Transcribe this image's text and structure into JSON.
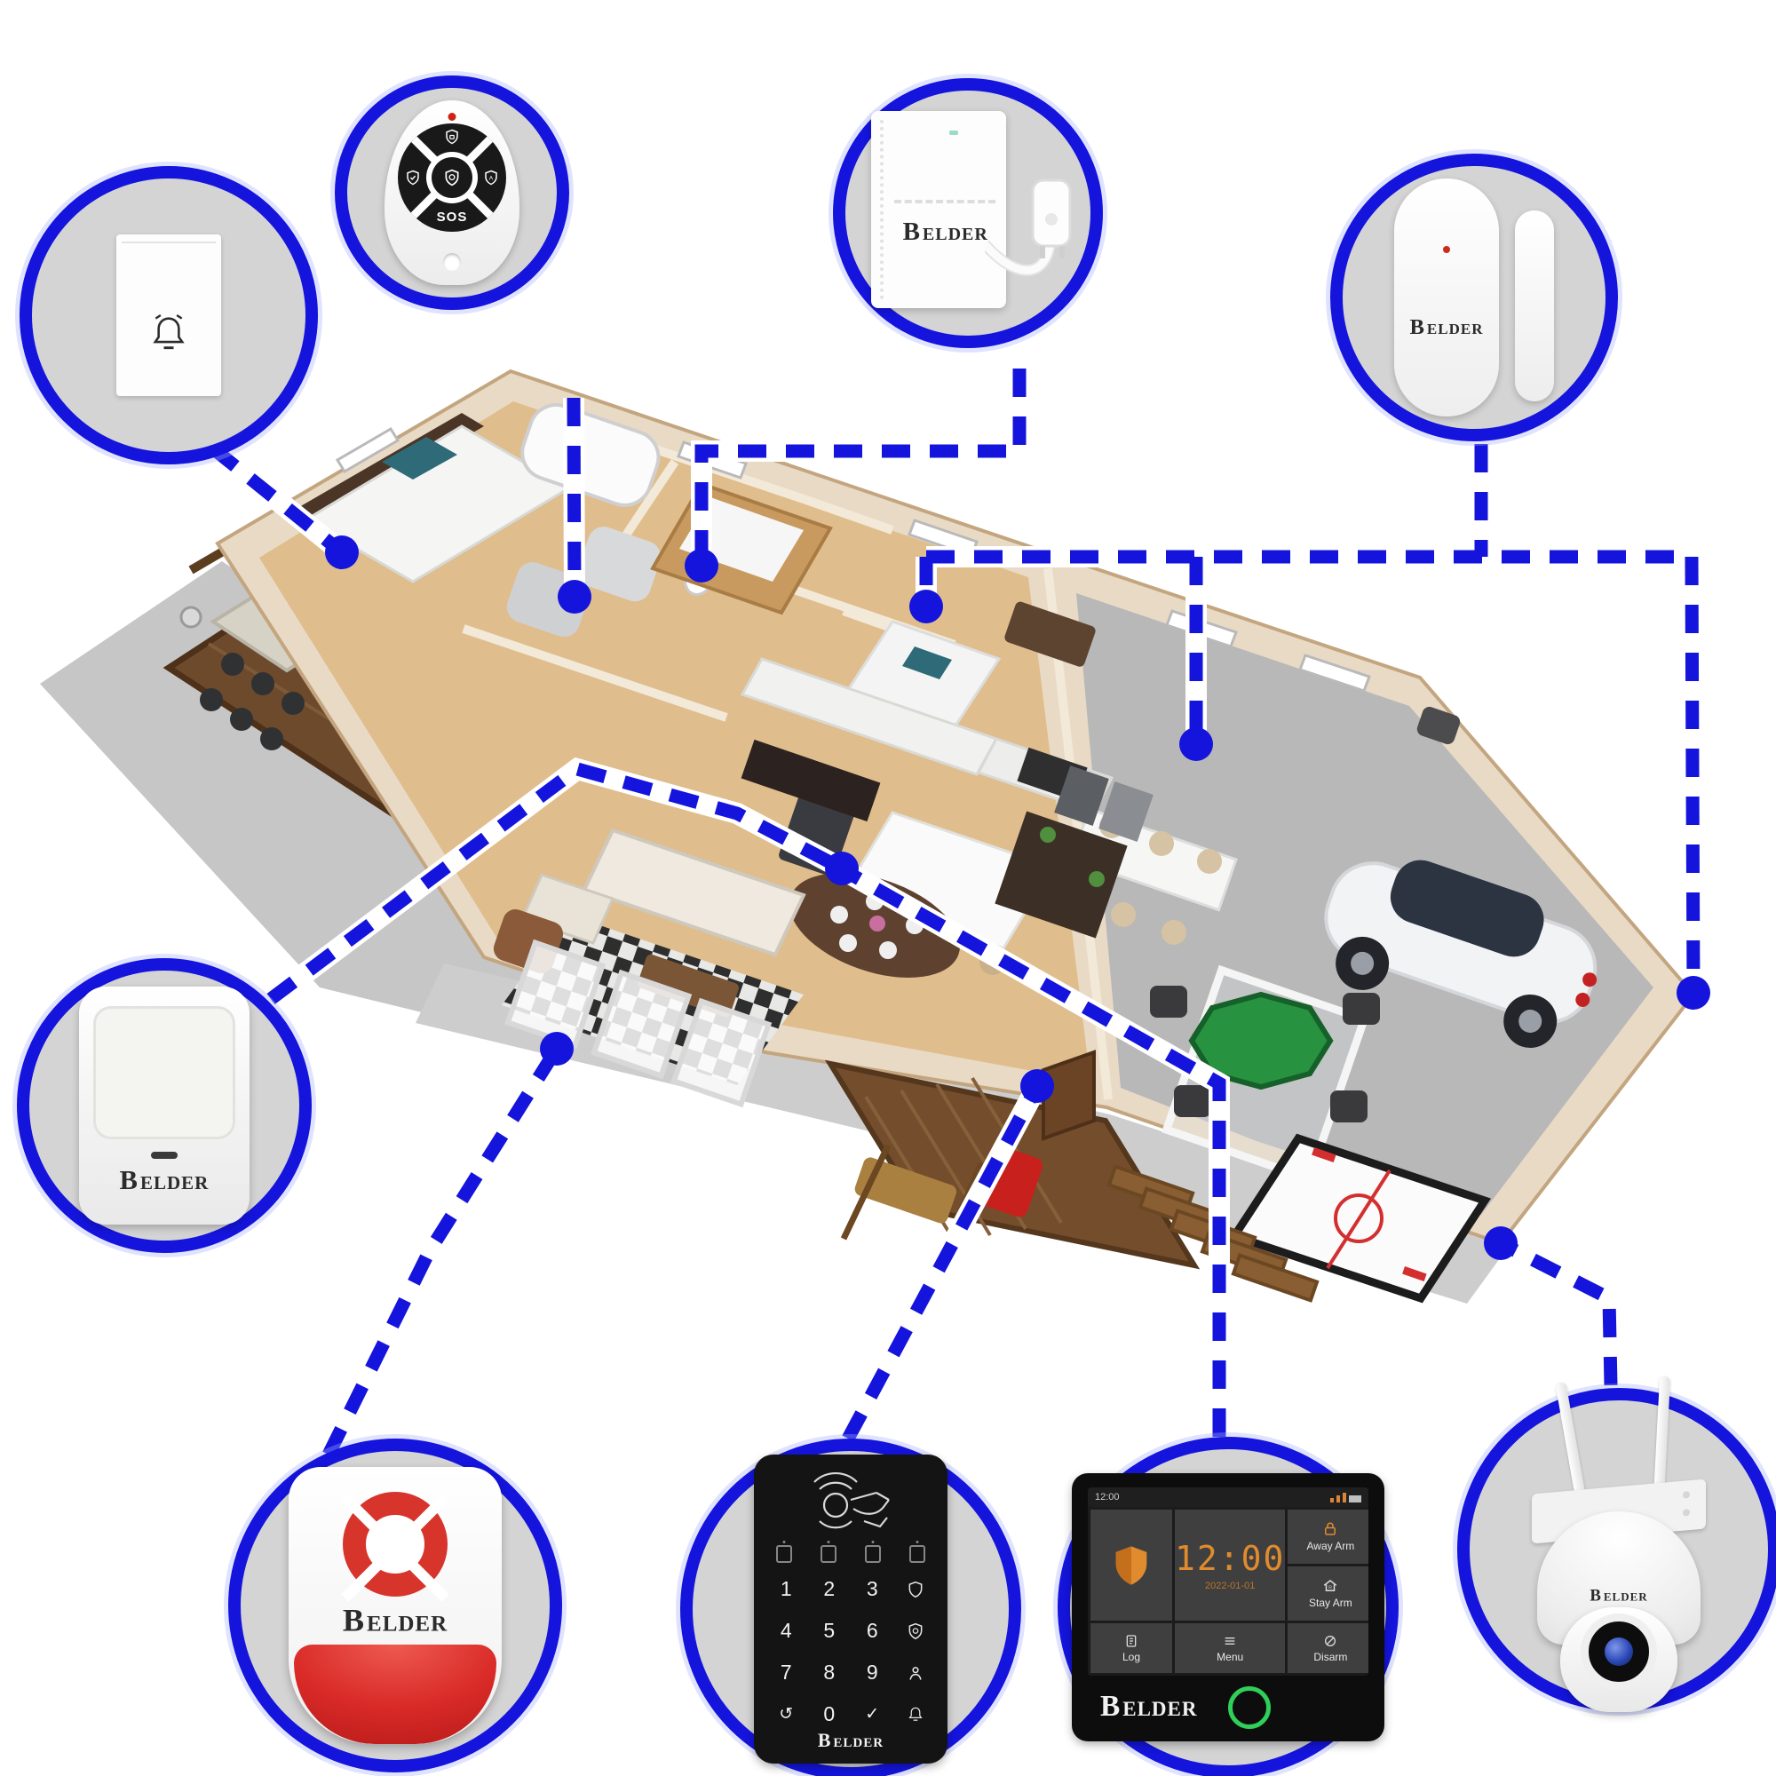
{
  "brand": {
    "name": "ELDER",
    "mark": "B"
  },
  "colors": {
    "accent_blue": "#1414dd",
    "circle_fill": "#d4d4d4",
    "siren_red": "#d7342c",
    "panel_orange": "#e08b2d",
    "panel_green": "#2fcf5a",
    "led_red": "#cd2a1d"
  },
  "device_names": {
    "circle1": "wireless-doorbell-button",
    "circle2": "remote-keyfob",
    "circle3": "wired-siren-hub-with-power-plug",
    "circle4": "door-window-sensor",
    "circle5": "pir-motion-sensor",
    "circle6": "outdoor-strobe-siren",
    "circle7": "rfid-touch-keypad",
    "circle8": "alarm-control-panel",
    "circle9": "ptz-wifi-camera"
  },
  "remote": {
    "sos_label": "SOS"
  },
  "keypad": {
    "keys": [
      "1",
      "2",
      "3",
      "4",
      "5",
      "6",
      "7",
      "8",
      "9",
      "↺",
      "0",
      "✓"
    ]
  },
  "panel": {
    "statusbar_time": "12:00",
    "clock": "12:00",
    "date": "2022-01-01",
    "away_label": "Away Arm",
    "stay_label": "Stay Arm",
    "log_label": "Log",
    "menu_label": "Menu",
    "disarm_label": "Disarm"
  }
}
